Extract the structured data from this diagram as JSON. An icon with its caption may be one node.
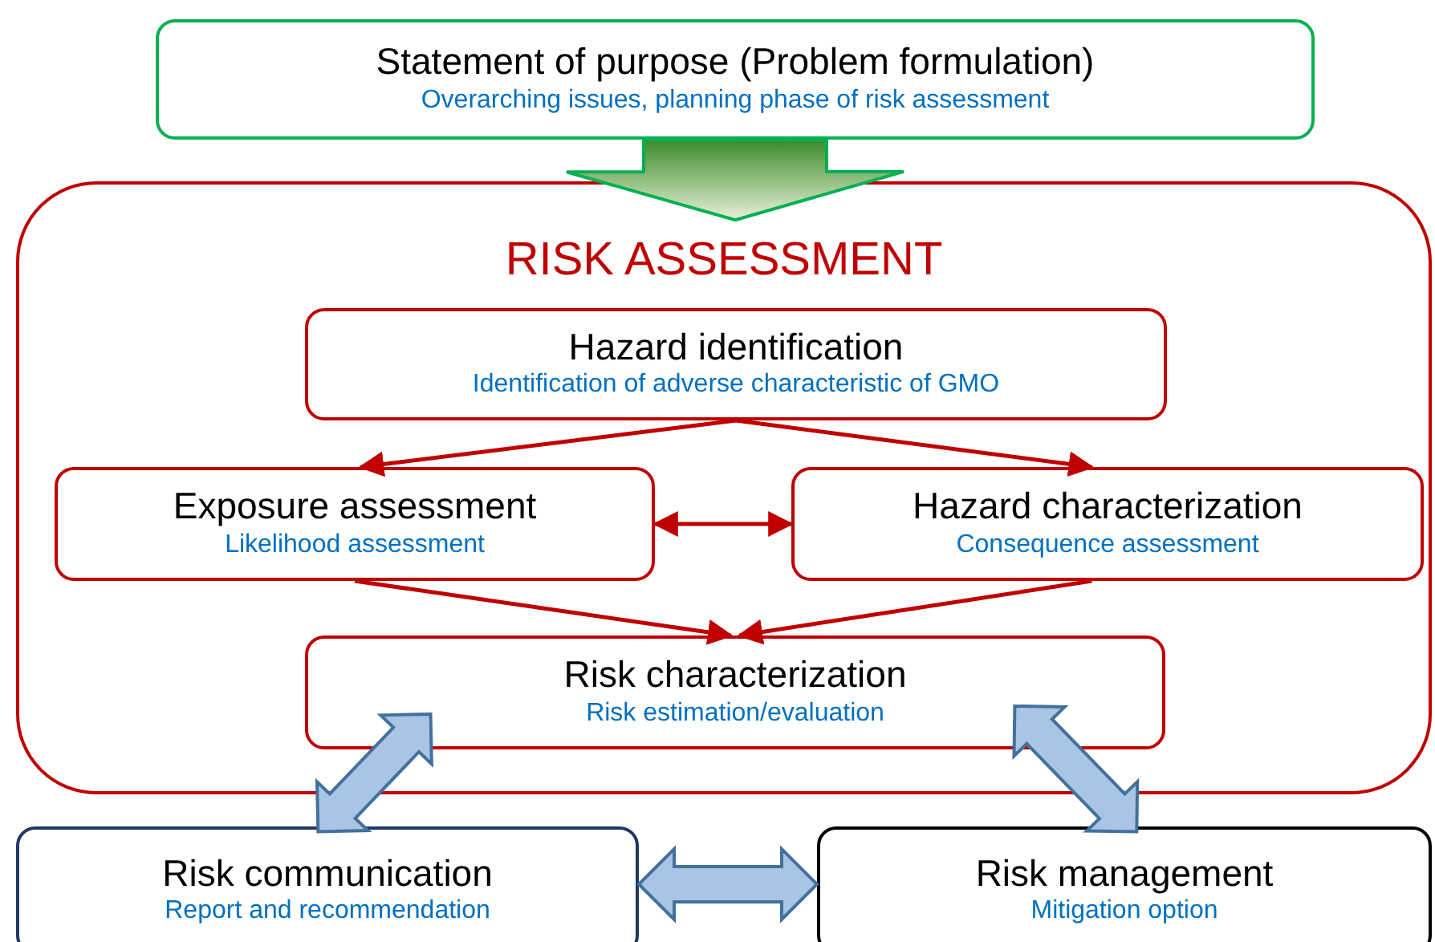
{
  "diagram": {
    "nodes": [
      {
        "text": [
          "Statement of purpose (Problem formulation)",
          "Overarching issues, planning phase of risk assessment"
        ]
      },
      {
        "text": [
          "RISK ASSESSMENT"
        ]
      },
      {
        "text": [
          "Hazard identification",
          "Identification of adverse characteristic of GMO"
        ],
        "in": 1
      },
      {
        "text": [
          "Exposure assessment",
          "Likelihood assessment"
        ],
        "in": 1
      },
      {
        "text": [
          "Hazard characterization",
          "Consequence assessment"
        ],
        "in": 1
      },
      {
        "text": [
          "Risk characterization",
          "Risk estimation/evaluation"
        ],
        "in": 1
      },
      {
        "text": [
          "Risk communication",
          "Report and recommendation"
        ]
      },
      {
        "text": [
          "Risk management",
          "Mitigation option"
        ]
      }
    ],
    "edges": [
      {
        "from": 0,
        "to": 1,
        "arrow": "to",
        "style": "thick",
        "color": "#00b050"
      },
      {
        "from": 2,
        "to": 3,
        "arrow": "to"
      },
      {
        "from": 2,
        "to": 4,
        "arrow": "to"
      },
      {
        "from": 3,
        "to": 4,
        "arrow": "both"
      },
      {
        "from": 3,
        "to": 5,
        "arrow": "to"
      },
      {
        "from": 4,
        "to": 5,
        "arrow": "to"
      },
      {
        "from": 5,
        "to": 6,
        "arrow": "both",
        "style": "thick",
        "color": "#41719c"
      },
      {
        "from": 5,
        "to": 7,
        "arrow": "both",
        "style": "thick",
        "color": "#41719c"
      },
      {
        "from": 6,
        "to": 7,
        "arrow": "both",
        "style": "thick",
        "color": "#41719c"
      }
    ]
  }
}
